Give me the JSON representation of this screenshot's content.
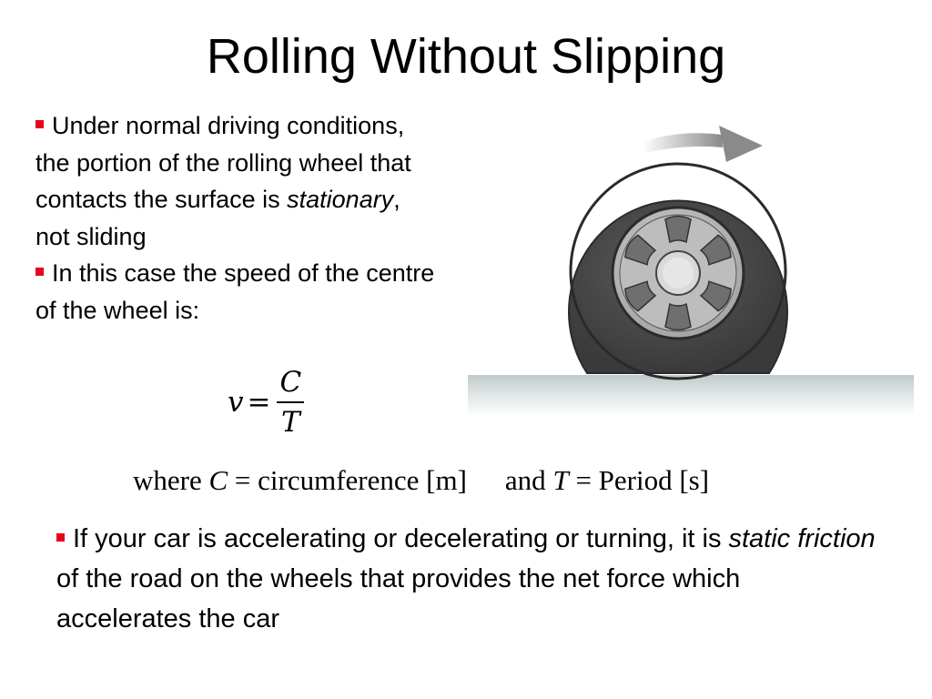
{
  "slide": {
    "title": "Rolling Without Slipping",
    "bullets_top": [
      {
        "part1": "Under normal driving conditions, the portion of the rolling wheel that contacts the surface is ",
        "emphasis": "stationary",
        "part2": ", not sliding"
      },
      {
        "text": "In this case the speed of the centre of the wheel is:"
      }
    ],
    "formula": {
      "lhs": "v",
      "equals": "=",
      "numerator": "C",
      "denominator": "T"
    },
    "where_line": {
      "where": "where ",
      "c_symbol": "C",
      "c_def": " = circumference [m]",
      "and": "and ",
      "t_symbol": "T",
      "t_def": " = Period [s]"
    },
    "bullet_bottom": {
      "part1": "If your car is accelerating or decelerating or turning, it is ",
      "emphasis": "static friction",
      "part2": " of the road on the wheels that provides the net force which accelerates the car"
    }
  },
  "colors": {
    "bullet": "#e8001c",
    "tire": "#4a4a4a",
    "rim": "#b9b9b9",
    "ground": "#cfd8d8"
  },
  "figure": {
    "icons": [
      "tire-icon",
      "rotation-arrow-icon",
      "ground-surface"
    ]
  }
}
